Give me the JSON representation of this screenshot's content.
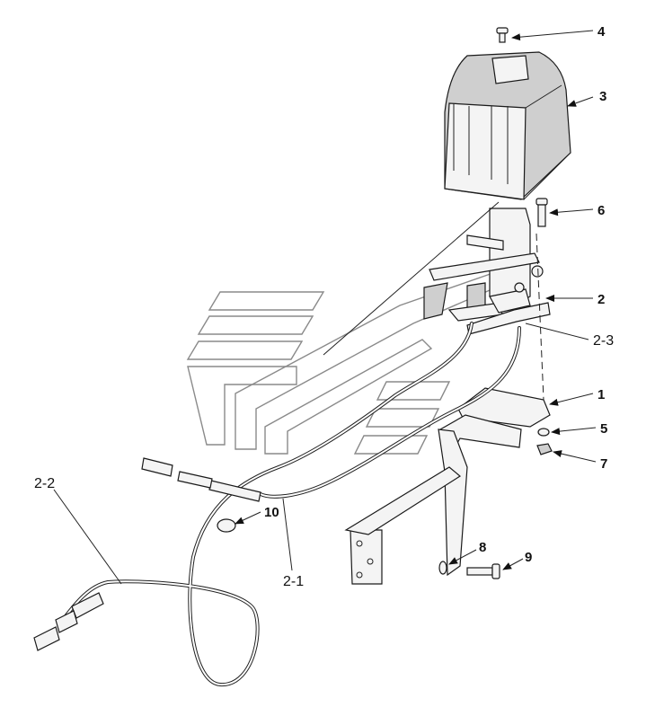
{
  "diagram": {
    "callouts": [
      "4",
      "3",
      "6",
      "2",
      "2-3",
      "1",
      "5",
      "7",
      "10",
      "2-2",
      "2-1",
      "8",
      "9"
    ],
    "colors": {
      "line": "#222222",
      "fill_light": "#f4f4f4",
      "fill_dark": "#cfcfcf",
      "watermark": "#8a8a8a"
    }
  }
}
